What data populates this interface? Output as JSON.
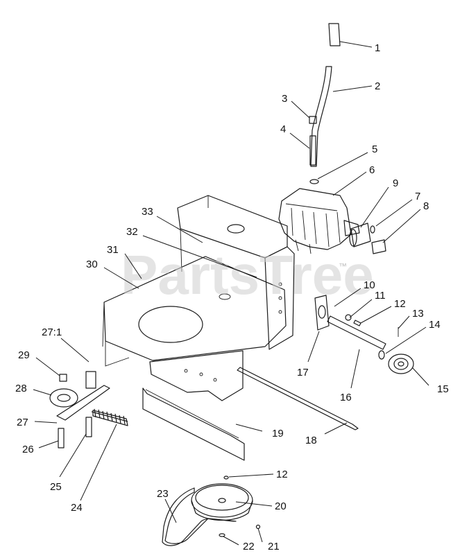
{
  "watermark": {
    "text": "PartsTree",
    "trademark": "™"
  },
  "callouts": [
    {
      "text": "1"
    },
    {
      "text": "2"
    },
    {
      "text": "3"
    },
    {
      "text": "4"
    },
    {
      "text": "5"
    },
    {
      "text": "6"
    },
    {
      "text": "9"
    },
    {
      "text": "7"
    },
    {
      "text": "8"
    },
    {
      "text": "33"
    },
    {
      "text": "32"
    },
    {
      "text": "31"
    },
    {
      "text": "30"
    },
    {
      "text": "10"
    },
    {
      "text": "11"
    },
    {
      "text": "12"
    },
    {
      "text": "13"
    },
    {
      "text": "14"
    },
    {
      "text": "27:1"
    },
    {
      "text": "29"
    },
    {
      "text": "17"
    },
    {
      "text": "15"
    },
    {
      "text": "16"
    },
    {
      "text": "28"
    },
    {
      "text": "27"
    },
    {
      "text": "19"
    },
    {
      "text": "26"
    },
    {
      "text": "18"
    },
    {
      "text": "25"
    },
    {
      "text": "24"
    },
    {
      "text": "12"
    },
    {
      "text": "23"
    },
    {
      "text": "20"
    },
    {
      "text": "22"
    },
    {
      "text": "21"
    }
  ]
}
